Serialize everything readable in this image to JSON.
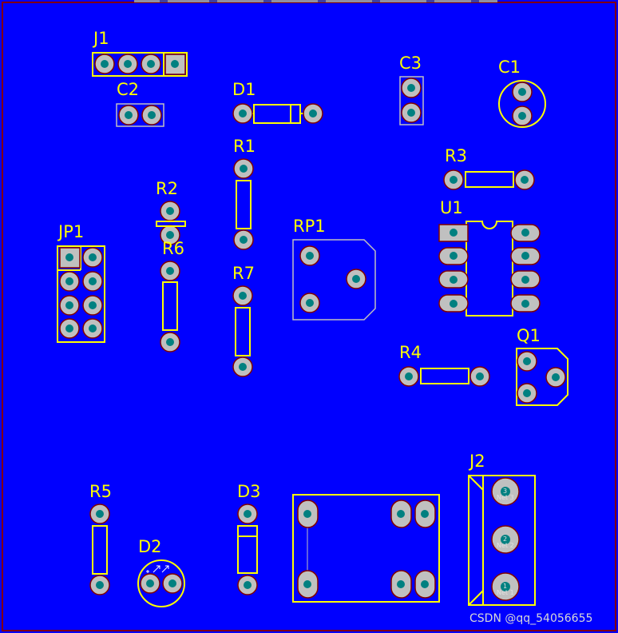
{
  "board": {
    "background": "#0000ff",
    "silkscreen_color": "#ffff00",
    "pad_color": "#c0c0c0",
    "hole_color": "#008080",
    "keepout_color": "#800000"
  },
  "designators": {
    "j1": "J1",
    "c2": "C2",
    "d1": "D1",
    "c3": "C3",
    "c1": "C1",
    "r1": "R1",
    "r3": "R3",
    "r2": "R2",
    "u1": "U1",
    "jp1": "JP1",
    "r6": "R6",
    "rp1": "RP1",
    "r7": "R7",
    "r4": "R4",
    "q1": "Q1",
    "j2": "J2",
    "r5": "R5",
    "d3": "D3",
    "d2": "D2"
  },
  "j2_pin_labels": {
    "pin3": "3",
    "pin2": "2",
    "pin1": "1",
    "net3": "Net 3",
    "net2": "Net 2",
    "net1": "Net 1"
  },
  "watermark": "CSDN @qq_54056655"
}
